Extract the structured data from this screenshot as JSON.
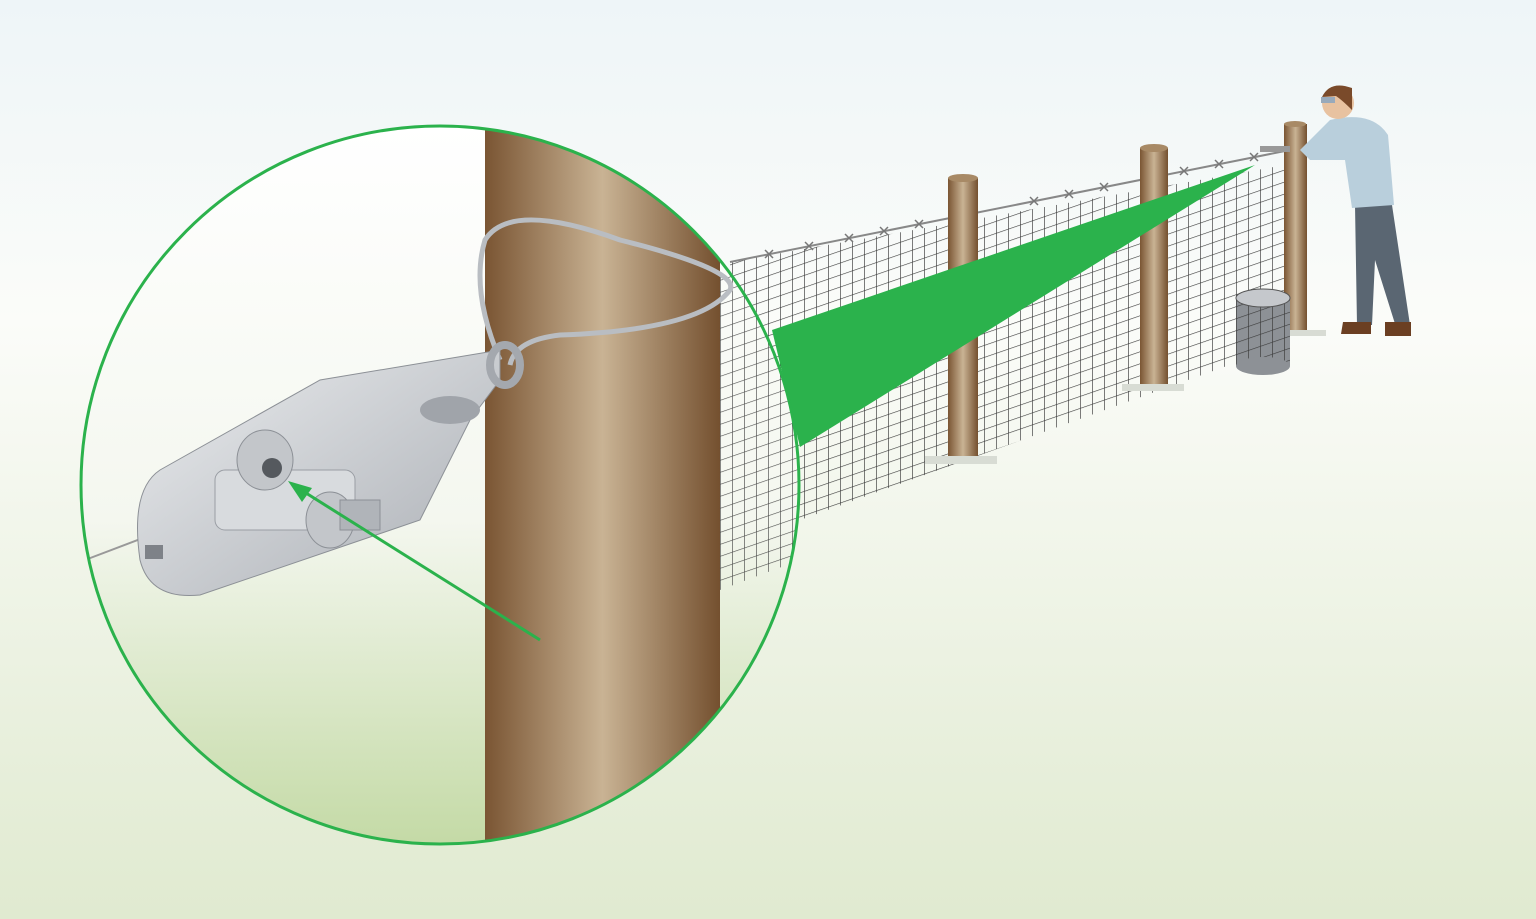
{
  "colors": {
    "accent_green": "#2bb24c",
    "post_brown": "#8a6440",
    "post_highlight": "#c9b394",
    "background_top": "#eef5f8",
    "background_bottom": "#e0ead0",
    "metal_grey": "#c9cbcf",
    "shirt": "#b9cfdc",
    "trousers": "#5a6672"
  },
  "icons": [
    "magnifier-callout",
    "wire-tensioner",
    "fence-post",
    "wire-mesh",
    "barbed-wire",
    "mesh-roll",
    "worker",
    "pointer-arrow"
  ]
}
